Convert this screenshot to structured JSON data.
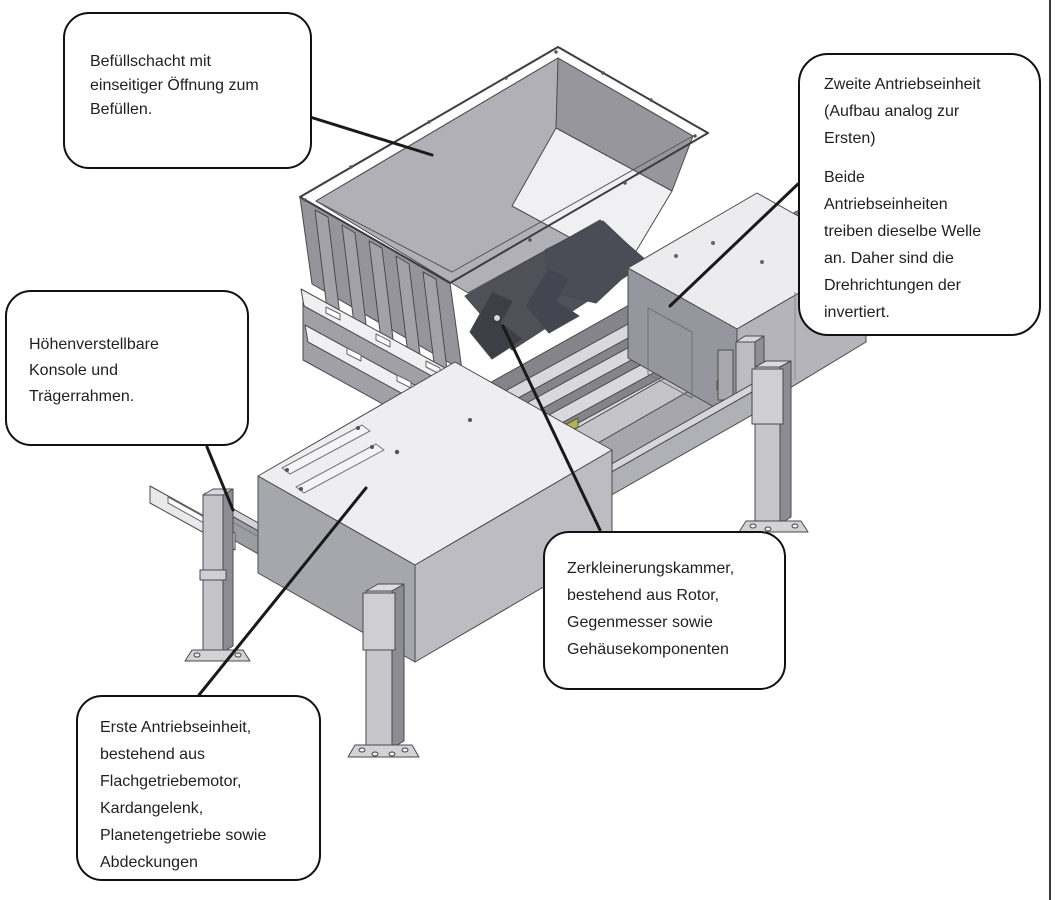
{
  "callouts": {
    "befuellschacht": {
      "lines": [
        "Befüllschacht mit",
        "einseitiger Öffnung zum",
        "Befüllen."
      ]
    },
    "zweite_antriebseinheit": {
      "para1": [
        "Zweite Antriebseinheit",
        "(Aufbau analog zur",
        "Ersten)"
      ],
      "para2": [
        "Beide",
        "Antriebseinheiten",
        "treiben dieselbe Welle",
        "an. Daher sind die",
        "Drehrichtungen der",
        "invertiert."
      ]
    },
    "hoehenverstellbare_konsole": {
      "lines": [
        "Höhenverstellbare",
        "Konsole und",
        "Trägerrahmen."
      ]
    },
    "zerkleinerungskammer": {
      "lines": [
        "Zerkleinerungskammer,",
        "bestehend aus Rotor,",
        "Gegenmesser sowie",
        "Gehäusekomponenten"
      ]
    },
    "erste_antriebseinheit": {
      "lines": [
        "Erste Antriebseinheit,",
        "bestehend aus",
        "Flachgetriebemotor,",
        "Kardangelenk,",
        "Planetengetriebe sowie",
        "Abdeckungen"
      ]
    }
  },
  "colors": {
    "background": "#ffffff",
    "callout_border": "#111111",
    "outline": "#4a4a4e",
    "panel_white": "#eeeef1",
    "panel_light": "#c6c6cb",
    "panel_mid": "#a6a6ac",
    "panel_dark": "#8c8c92",
    "rotor_dark": "#43464d",
    "warning_label_yellow": "#b2b259",
    "leader_line": "#1a1a1a"
  }
}
